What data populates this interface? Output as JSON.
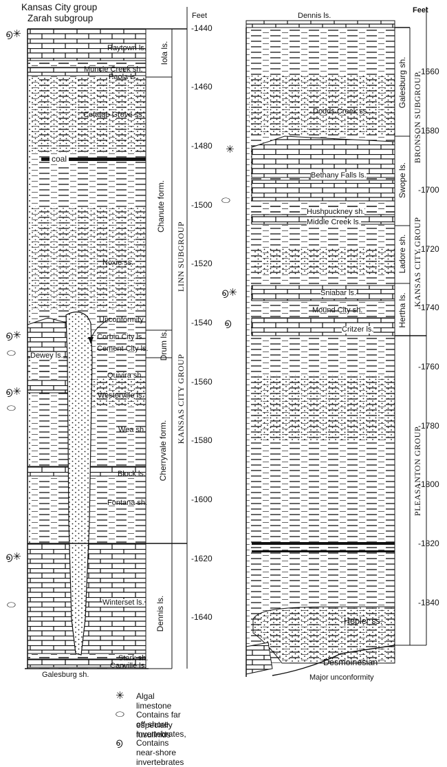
{
  "left_column": {
    "header_group": "Kansas City group",
    "header_subgroup": "Zarah subgroup",
    "labels": {
      "raytown": "Raytown ls.",
      "muncie": "Muncie Creek sh.",
      "paola": "Paola ls.",
      "cottage": "Cottage Grove ss.",
      "coal": "coal",
      "noxie": "Noxie ss.",
      "unconformity": "Unconformity",
      "corbin": "Corbin City ls.",
      "cement": "Cement City ls.",
      "dewey": "Dewey ls.",
      "quivira": "Quivira sh.",
      "westerville": "Westerville ls.",
      "wea": "Wea sh.",
      "block": "Block ls.",
      "fontana": "Fontana sh.",
      "winterset": "Winterset ls.",
      "stark": "Stark sh.",
      "canville": "Canville ls.",
      "galesburg": "Galesburg sh."
    },
    "vertical_labels": {
      "iola": "Iola ls.",
      "chanute": "Chanute form.",
      "drum": "Drum ls.",
      "cherryvale": "Cherryvale form.",
      "dennis": "Dennis ls.",
      "linn": "LINN SUBGROUP",
      "kcg": "KANSAS CITY GROUP"
    },
    "scale_unit": "Feet",
    "ticks": [
      "-1440",
      "-1460",
      "-1480",
      "-1500",
      "-1520",
      "-1540",
      "-1560",
      "-1580",
      "-1600",
      "-1620",
      "-1640"
    ]
  },
  "right_column": {
    "labels": {
      "dennis": "Dennis ls.",
      "dodds": "Dodds Creek ss.",
      "bethany": "Bethany Falls ls.",
      "hushpuckney": "Hushpuckney sh.",
      "middle_creek": "Middle Creek ls.",
      "sniabar": "Sniabar ls.",
      "mound": "Mound City sh.",
      "critzer": "Critzer ls.",
      "hepler": "Hepler ss.",
      "desmoinesian": "Desmoinesian",
      "major_unconf": "Major unconformity"
    },
    "vertical_labels": {
      "galesburg": "Galesburg sh.",
      "swope": "Swope ls.",
      "ladore": "Ladore sh.",
      "hertha": "Hertha ls.",
      "bronson": "BRONSON SUBGROUP",
      "kcg": "KANSAS CITY GROUP",
      "pleasanton": "PLEASANTON GROUP"
    },
    "scale_unit": "Feet",
    "ticks": [
      "-1660",
      "-1680",
      "-1700",
      "-1720",
      "-1740",
      "-1760",
      "-1780",
      "-1800",
      "-1820",
      "-1840"
    ]
  },
  "legend": {
    "algal": "Algal limestone",
    "offshore_1": "Contains far off-shore invertebrates,",
    "offshore_2": "especially fusulinids",
    "nearshore": "Contains near-shore invertebrates"
  }
}
